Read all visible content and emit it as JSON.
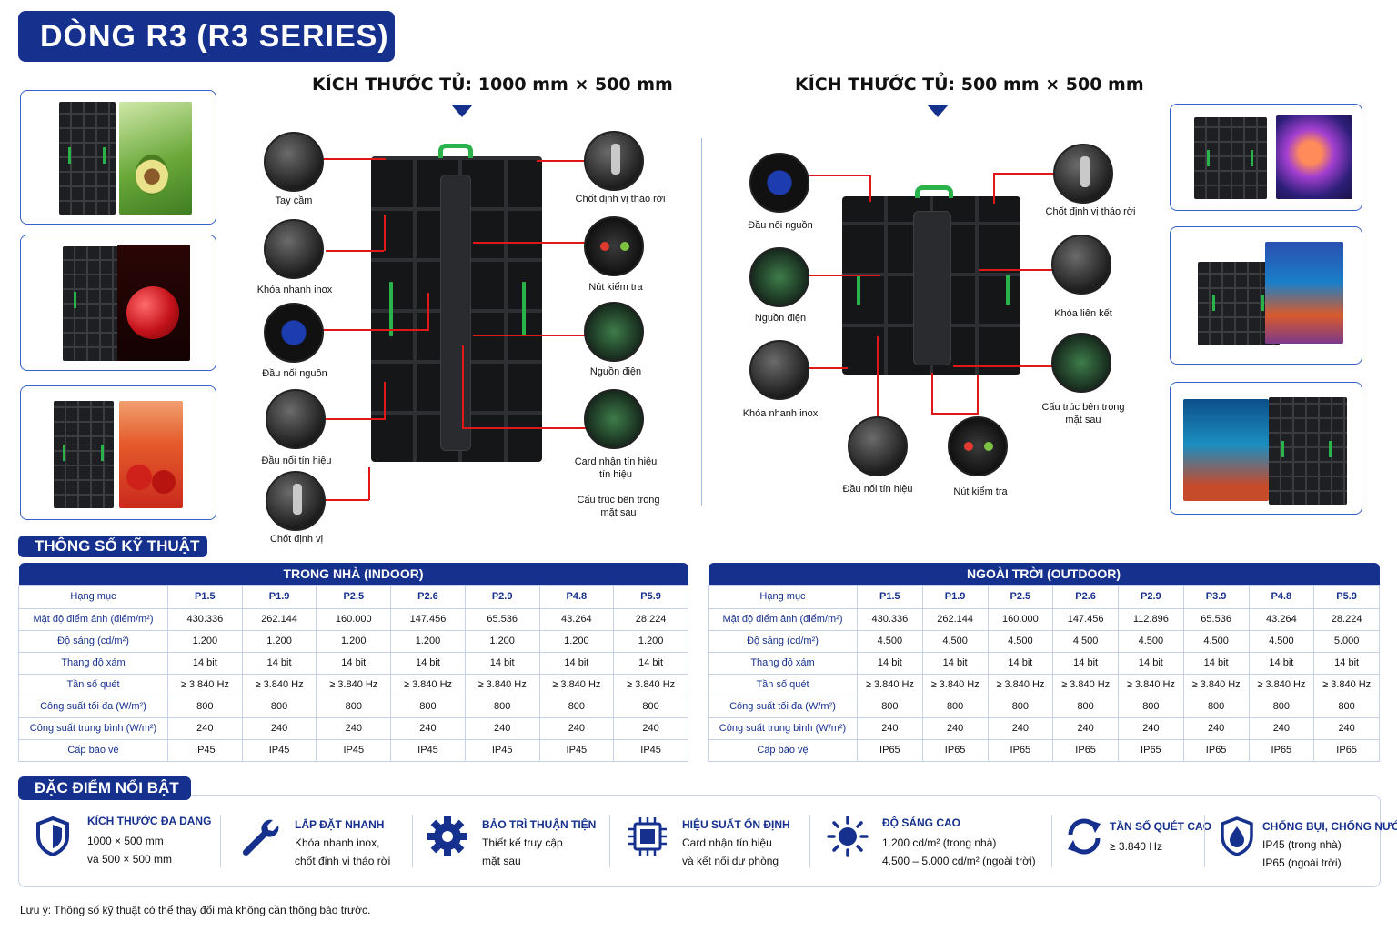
{
  "title": "DÒNG R3 (R3 SERIES)",
  "left_cabinet": {
    "size_title": "KÍCH THƯỚC TỦ: 1000 mm × 500 mm",
    "labels": [
      "Tay cầm",
      "Khóa nhanh inox",
      "Đầu nối nguồn",
      "Đầu nối tín hiệu",
      "Chốt định vị",
      "Chốt định vị tháo rời",
      "Nút kiểm tra",
      "Nguồn điện",
      "Card nhận tín hiệu",
      "tín hiệu",
      "Cấu trúc bên trong",
      "mặt sau"
    ]
  },
  "right_cabinet": {
    "size_title": "KÍCH THƯỚC TỦ: 500 mm × 500 mm",
    "labels": [
      "Đầu nối nguồn",
      "Nguồn điện",
      "Khóa nhanh inox",
      "Chốt định vị tháo rời",
      "Khóa liên kết",
      "Cấu trúc bên trong",
      "mặt sau",
      "Đầu nối tín hiệu",
      "Nút kiểm tra"
    ]
  },
  "specs": {
    "section_title": "THÔNG SỐ KỸ THUẬT",
    "row_labels": [
      "Hạng mục",
      "Mật độ điểm ảnh (điểm/m²)",
      "Độ sáng (cd/m²)",
      "Thang độ xám",
      "Tần số quét",
      "Công suất tối đa (W/m²)",
      "Công suất trung bình (W/m²)",
      "Cấp bảo vệ"
    ],
    "indoor": {
      "title": "TRONG NHÀ (INDOOR)",
      "models": [
        "P1.5",
        "P1.9",
        "P2.5",
        "P2.6",
        "P2.9",
        "P4.8",
        "P5.9"
      ],
      "rows": [
        [
          "430.336",
          "262.144",
          "160.000",
          "147.456",
          "65.536",
          "43.264",
          "28.224"
        ],
        [
          "1.200",
          "1.200",
          "1.200",
          "1.200",
          "1.200",
          "1.200",
          "1.200"
        ],
        [
          "14 bit",
          "14 bit",
          "14 bit",
          "14 bit",
          "14 bit",
          "14 bit",
          "14 bit"
        ],
        [
          "≥ 3.840 Hz",
          "≥ 3.840 Hz",
          "≥ 3.840 Hz",
          "≥ 3.840 Hz",
          "≥ 3.840 Hz",
          "≥ 3.840 Hz",
          "≥ 3.840 Hz"
        ],
        [
          "800",
          "800",
          "800",
          "800",
          "800",
          "800",
          "800"
        ],
        [
          "240",
          "240",
          "240",
          "240",
          "240",
          "240",
          "240"
        ],
        [
          "IP45",
          "IP45",
          "IP45",
          "IP45",
          "IP45",
          "IP45",
          "IP45"
        ]
      ]
    },
    "outdoor": {
      "title": "NGOÀI TRỜI (OUTDOOR)",
      "models": [
        "P1.5",
        "P1.9",
        "P2.5",
        "P2.6",
        "P2.9",
        "P3.9",
        "P4.8",
        "P5.9"
      ],
      "rows": [
        [
          "430.336",
          "262.144",
          "160.000",
          "147.456",
          "112.896",
          "65.536",
          "43.264",
          "28.224"
        ],
        [
          "4.500",
          "4.500",
          "4.500",
          "4.500",
          "4.500",
          "4.500",
          "4.500",
          "5.000"
        ],
        [
          "14 bit",
          "14 bit",
          "14 bit",
          "14 bit",
          "14 bit",
          "14 bit",
          "14 bit",
          "14 bit"
        ],
        [
          "≥ 3.840 Hz",
          "≥ 3.840 Hz",
          "≥ 3.840 Hz",
          "≥ 3.840 Hz",
          "≥ 3.840 Hz",
          "≥ 3.840 Hz",
          "≥ 3.840 Hz",
          "≥ 3.840 Hz"
        ],
        [
          "800",
          "800",
          "800",
          "800",
          "800",
          "800",
          "800",
          "800"
        ],
        [
          "240",
          "240",
          "240",
          "240",
          "240",
          "240",
          "240",
          "240"
        ],
        [
          "IP65",
          "IP65",
          "IP65",
          "IP65",
          "IP65",
          "IP65",
          "IP65",
          "IP65"
        ]
      ]
    }
  },
  "features": {
    "section_title": "ĐẶC ĐIỂM NỔI BẬT",
    "items": [
      {
        "icon": "shield-check-icon",
        "title": "KÍCH THƯỚC ĐA DẠNG",
        "line1": "1000 × 500 mm",
        "line2": "và 500 × 500 mm"
      },
      {
        "icon": "wrench-icon",
        "title": "LẮP ĐẶT NHANH",
        "line1": "Khóa nhanh inox,",
        "line2": "chốt định vị tháo rời"
      },
      {
        "icon": "gear-icon",
        "title": "BẢO TRÌ THUẬN TIỆN",
        "line1": "Thiết kế truy cập",
        "line2": "mặt sau"
      },
      {
        "icon": "chip-icon",
        "title": "HIỆU SUẤT ỔN ĐỊNH",
        "line1": "Card nhận tín hiệu",
        "line2": "và kết nối dự phòng"
      },
      {
        "icon": "sun-icon",
        "title": "ĐỘ SÁNG CAO",
        "line1": "1.200 cd/m² (trong nhà)",
        "line2": "4.500 – 5.000 cd/m² (ngoài trời)"
      },
      {
        "icon": "refresh-icon",
        "title": "TẦN SỐ QUÉT CAO",
        "line1": "≥ 3.840 Hz",
        "line2": ""
      },
      {
        "icon": "water-drop-shield-icon",
        "title": "CHỐNG BỤI, CHỐNG NƯỚC",
        "line1": "IP45 (trong nhà)",
        "line2": "IP65 (ngoài trời)"
      }
    ]
  },
  "note": "Lưu ý: Thông số kỹ thuật có thể thay đổi mà không cần thông báo trước.",
  "colors": {
    "brand_blue": "#16308e",
    "accent_red": "#e01818",
    "accent_green": "#29b34a",
    "border_blue": "#3561c8"
  }
}
